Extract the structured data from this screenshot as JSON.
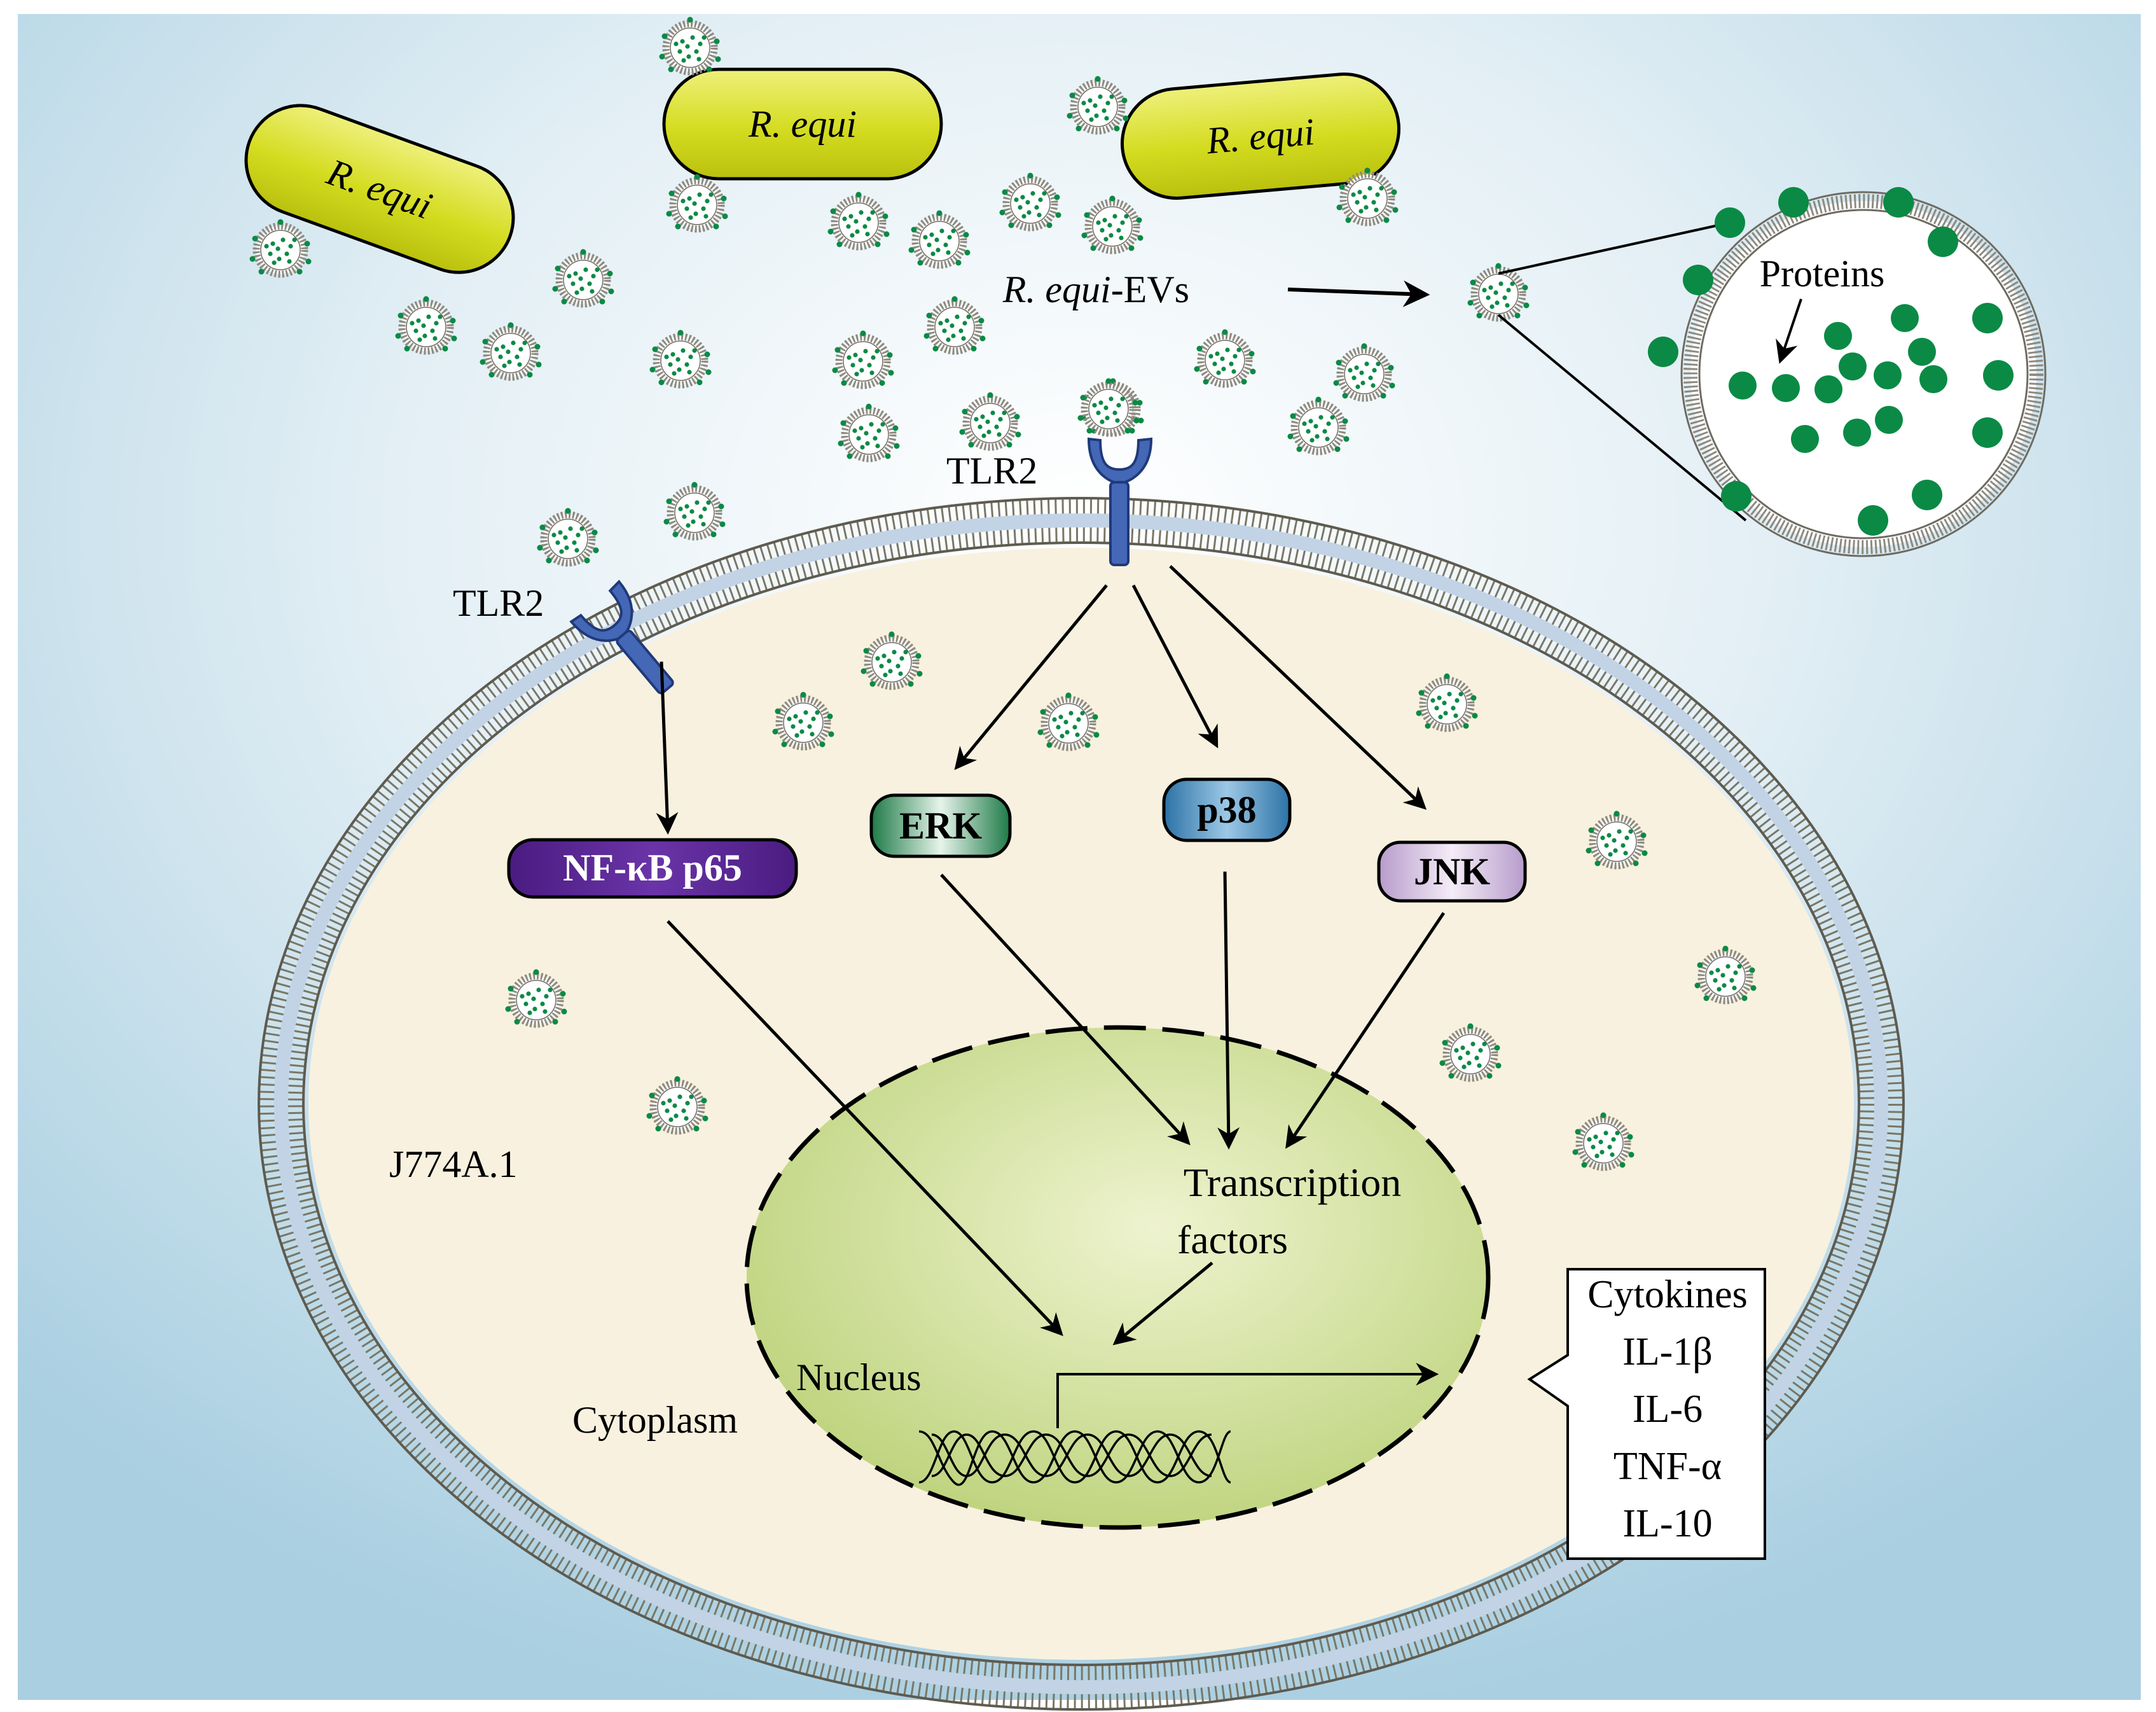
{
  "bacteria": [
    {
      "label": "R. equi"
    },
    {
      "label": "R. equi"
    },
    {
      "label": "R. equi"
    }
  ],
  "labels": {
    "evs_italic": "R. equi",
    "evs_suffix": "-EVs",
    "proteins": "Proteins",
    "tlr2_left": "TLR2",
    "tlr2_top": "TLR2",
    "cell_line": "J774A.1",
    "cytoplasm": "Cytoplasm",
    "nucleus": "Nucleus",
    "transcription_line1": "Transcription",
    "transcription_line2": "factors"
  },
  "kinases": {
    "nfkb": "NF-κB p65",
    "erk": "ERK",
    "p38": "p38",
    "jnk": "JNK"
  },
  "cytokines": {
    "title": "Cytokines",
    "items": [
      "IL-1β",
      "IL-6",
      "TNF-α",
      "IL-10"
    ]
  },
  "colors": {
    "background_outer": "#a9cfe1",
    "background_inner": "#ffffff",
    "cell_fill": "#f8f1df",
    "membrane": "#b9b6a6",
    "bacteria_fill": "#d8e02a",
    "nucleus_fill": "#c6d88a",
    "ev_dots": "#0a8a45",
    "receptor": "#4467b6",
    "nfkb": "#5a2590",
    "erk": "#2a8a58",
    "p38": "#3c86b8",
    "jnk": "#cfb8d8"
  }
}
